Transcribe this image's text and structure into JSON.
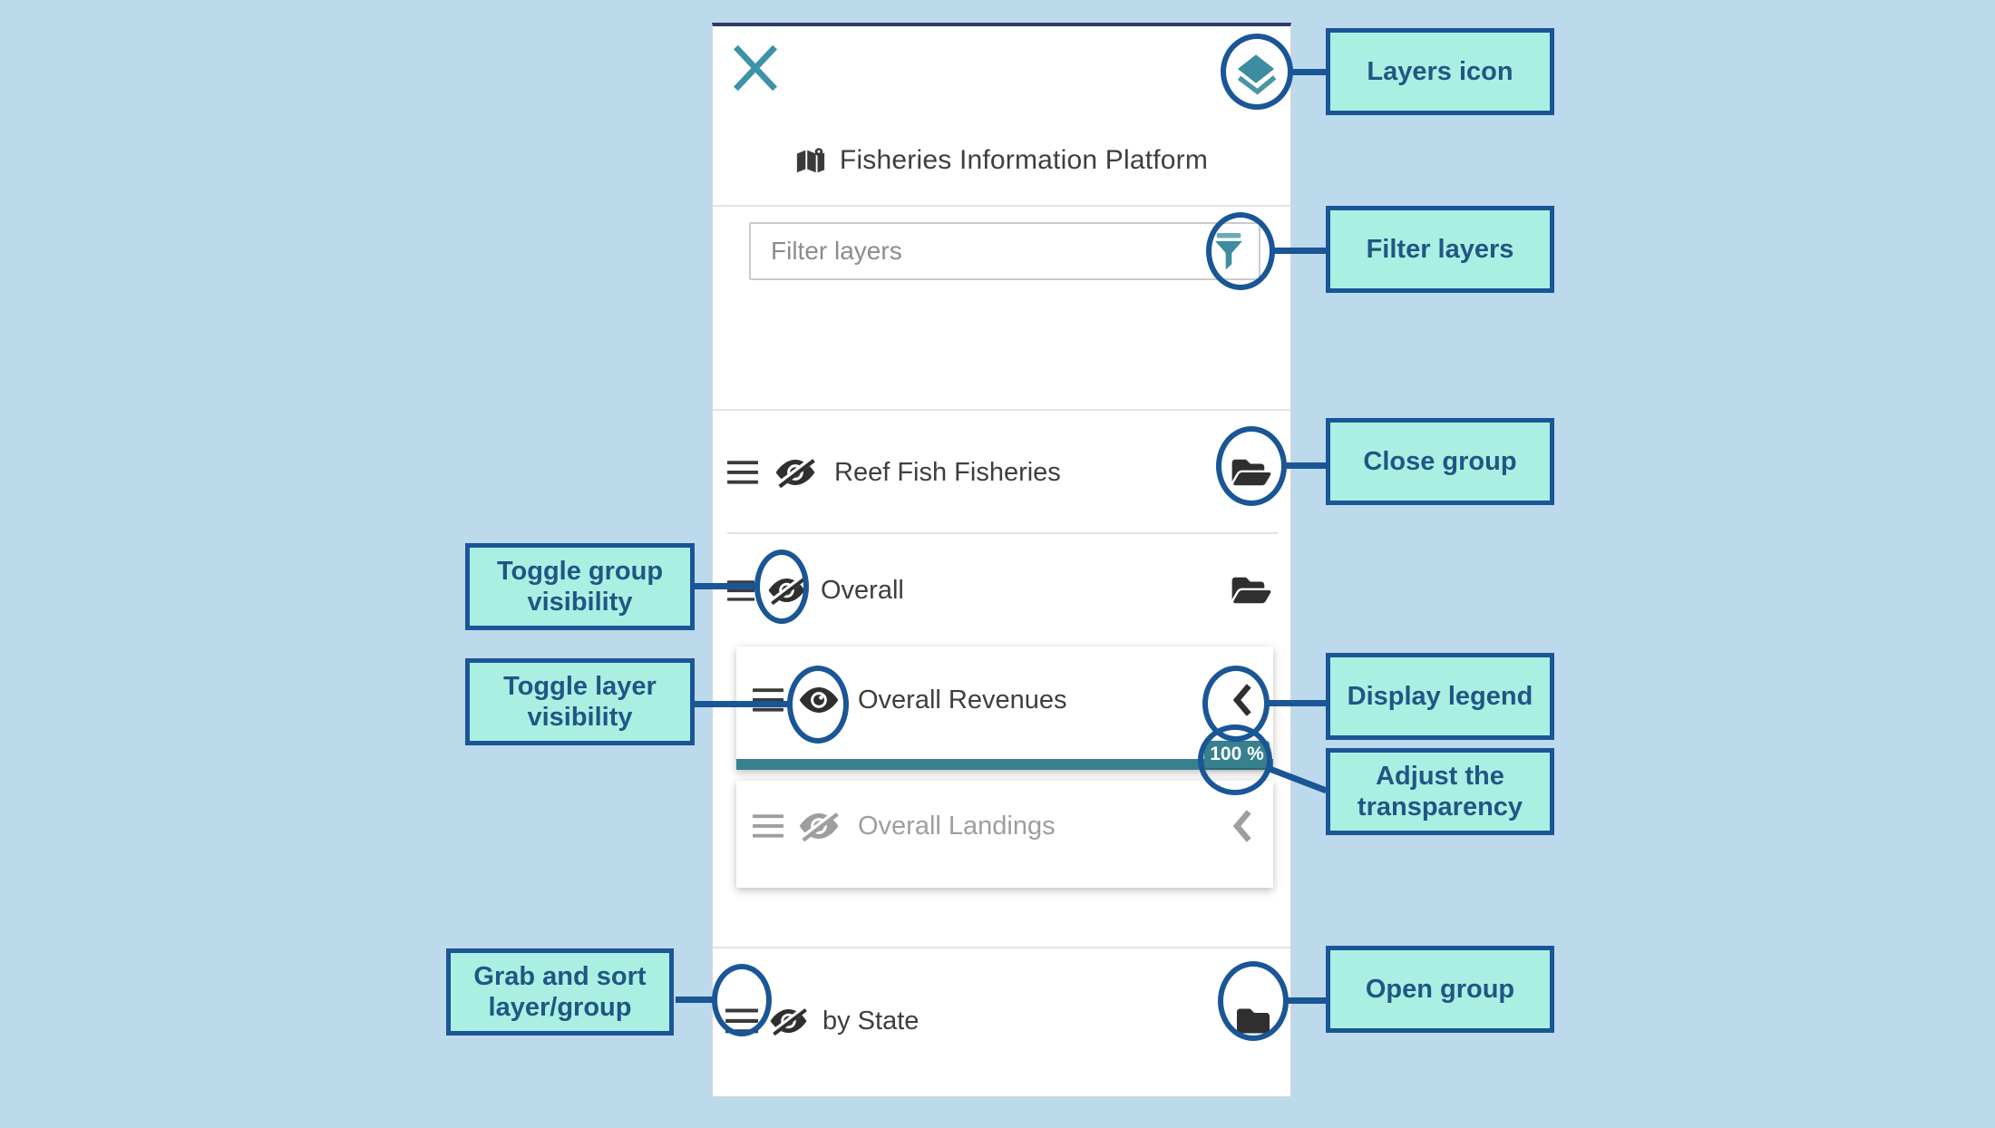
{
  "panel": {
    "title": "Fisheries Information Platform",
    "filter_placeholder": "Filter layers",
    "transparency_badge": "100 %",
    "rows": {
      "reef": "Reef Fish Fisheries",
      "overall": "Overall",
      "revenues": "Overall Revenues",
      "landings": "Overall Landings",
      "by_state": "by State"
    }
  },
  "callouts": {
    "layers_icon": "Layers icon",
    "filter": "Filter layers",
    "close_group": "Close group",
    "toggle_group": "Toggle group visibility",
    "toggle_layer": "Toggle layer visibility",
    "display_legend": "Display legend",
    "adjust_transparency": "Adjust the transparency",
    "grab_sort": "Grab and sort layer/group",
    "open_group": "Open group"
  },
  "colors": {
    "background": "#bdd9ec",
    "teal_icon": "#3e8ca0",
    "slider_teal": "#37808e",
    "annotation_blue": "#1a5696",
    "callout_fill": "#abefe3",
    "callout_text": "#1f5784",
    "panel_top_line": "#2d3a6a",
    "disabled_gray": "#9e9e9e"
  }
}
